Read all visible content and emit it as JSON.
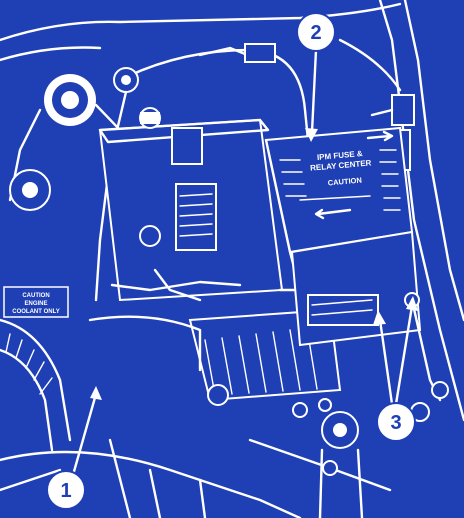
{
  "colors": {
    "background": "#1f3fb4",
    "ink": "#ffffff"
  },
  "callouts": [
    {
      "number": "1"
    },
    {
      "number": "2"
    },
    {
      "number": "3"
    }
  ],
  "fuse_box": {
    "title_line1": "IPM FUSE &",
    "title_line2": "RELAY CENTER",
    "caution": "CAUTION"
  },
  "coolant_sign": {
    "line1": "CAUTION",
    "line2": "ENGINE",
    "line3": "COOLANT ONLY"
  }
}
